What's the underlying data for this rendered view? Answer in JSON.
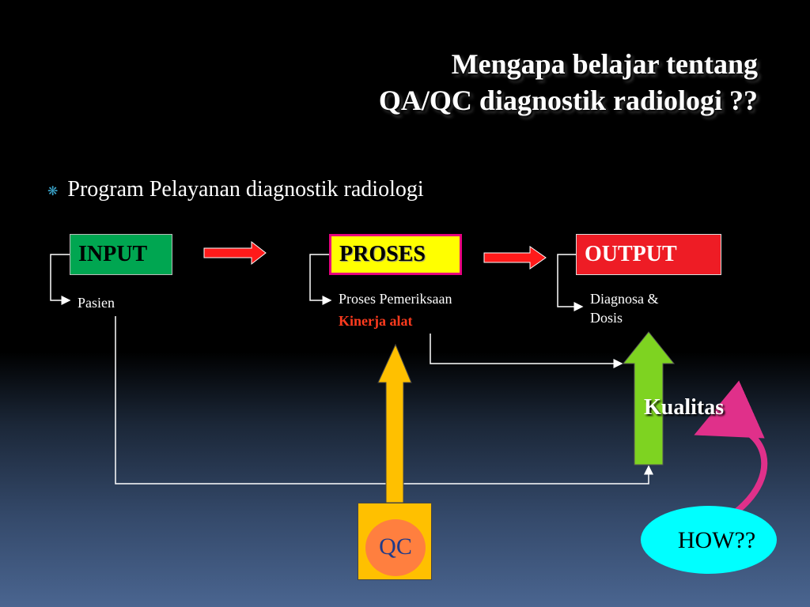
{
  "title": {
    "line1": "Mengapa belajar tentang",
    "line2": "QA/QC diagnostik radiologi ??"
  },
  "bullet": {
    "text": "Program Pelayanan diagnostik radiologi",
    "glyph": "❋"
  },
  "boxes": {
    "input": "INPUT",
    "proses": "PROSES",
    "output": "OUTPUT"
  },
  "labels": {
    "pasien": "Pasien",
    "proses_pemeriksaan": "Proses Pemeriksaan",
    "kinerja_alat": "Kinerja alat",
    "diagnosa_line1": "Diagnosa &",
    "diagnosa_line2": "Dosis",
    "kualitas": "Kualitas",
    "qc": "QC",
    "how": "HOW??"
  },
  "colors": {
    "input_box": "#00a651",
    "proses_box": "#ffff00",
    "proses_border": "#e6007e",
    "output_box": "#ee1c25",
    "red_arrow": "#ff1a1a",
    "yellow_arrow": "#ffc000",
    "green_arrow": "#7ed321",
    "qc_ellipse": "#ff7f3f",
    "how_ellipse": "#00ffff",
    "curved_arrow": "#e0308a"
  }
}
